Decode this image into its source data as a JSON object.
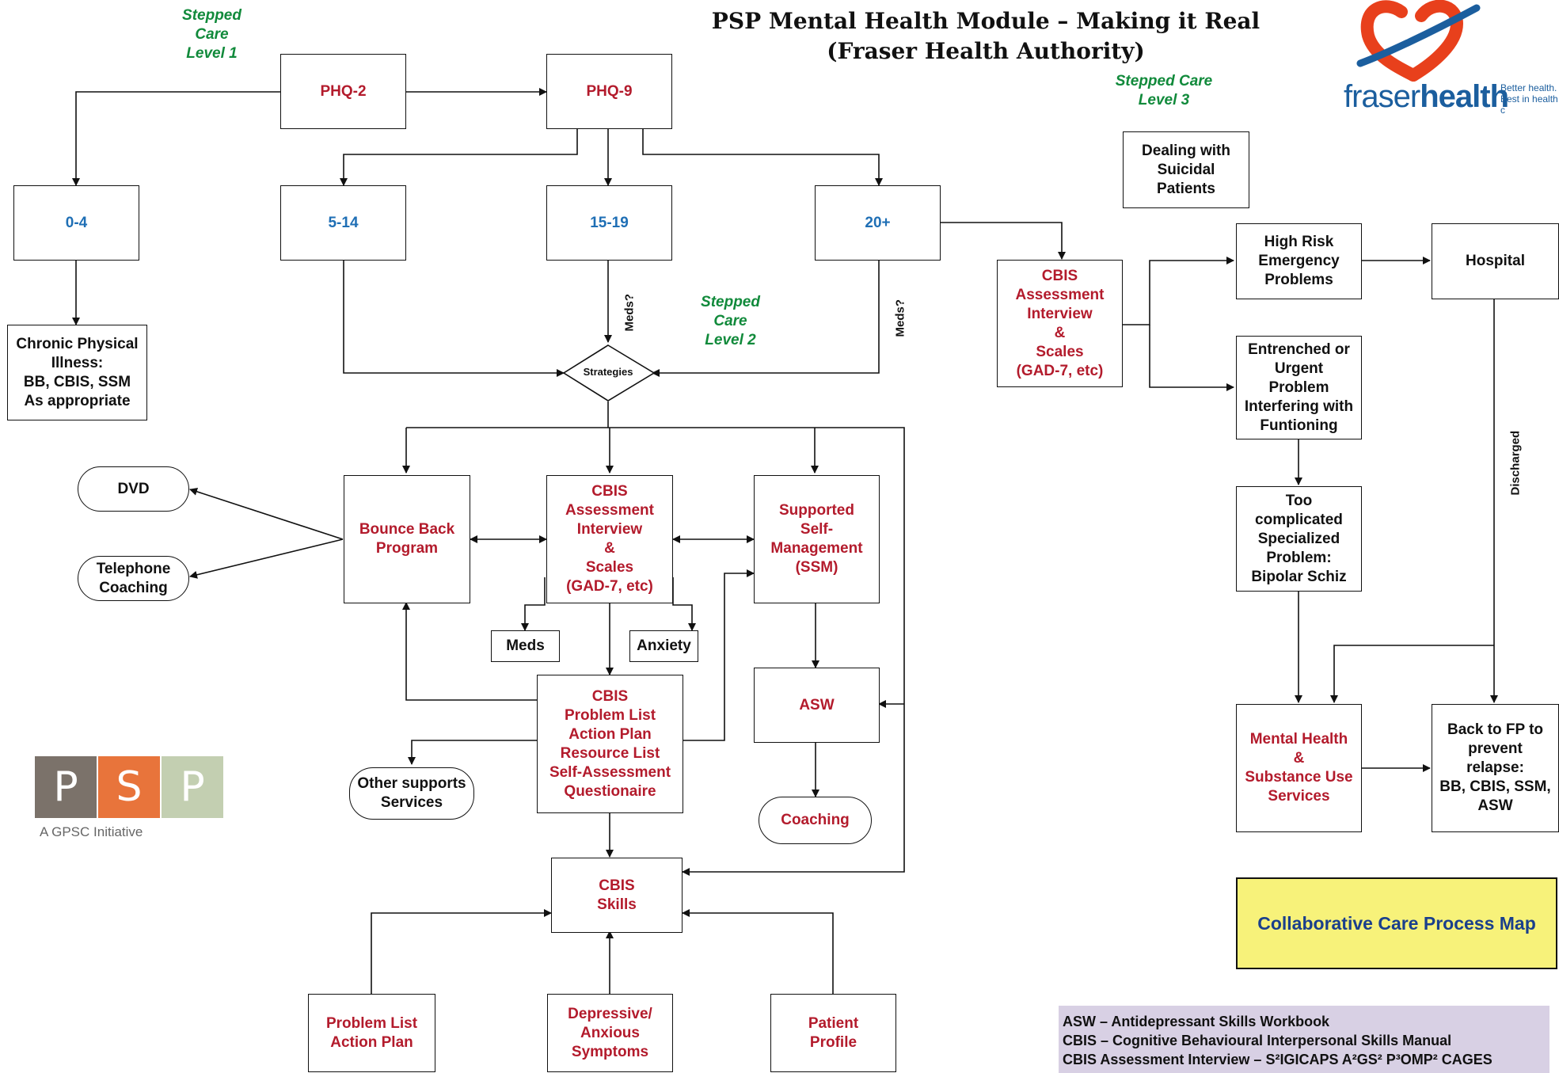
{
  "title": "PSP Mental Health Module – Making it Real\n(Fraser Health Authority)",
  "stepped_care": {
    "level1": "Stepped\nCare\nLevel 1",
    "level2": "Stepped\nCare\nLevel 2",
    "level3": "Stepped Care\nLevel 3"
  },
  "nodes": {
    "phq2": "PHQ-2",
    "phq9": "PHQ-9",
    "score_0_4": "0-4",
    "score_5_14": "5-14",
    "score_15_19": "15-19",
    "score_20": "20+",
    "chronic": "Chronic Physical\nIllness:\nBB, CBIS, SSM\nAs appropriate",
    "suicidal": "Dealing with\nSuicidal\nPatients",
    "cbis_assess_right": "CBIS\nAssessment\nInterview\n&\nScales\n(GAD-7, etc)",
    "high_risk": "High Risk\nEmergency\nProblems",
    "hospital": "Hospital",
    "entrenched": "Entrenched or\nUrgent\nProblem\nInterfering with\nFuntioning",
    "too_complicated": "Too\ncomplicated\nSpecialized\nProblem:\nBipolar Schiz",
    "strategies": "Strategies",
    "dvd": "DVD",
    "telephone": "Telephone\nCoaching",
    "bounce_back": "Bounce Back\nProgram",
    "cbis_assess_center": "CBIS\nAssessment\nInterview\n&\nScales\n(GAD-7, etc)",
    "ssm": "Supported\nSelf-\nManagement\n(SSM)",
    "meds": "Meds",
    "anxiety": "Anxiety",
    "cbis_problem": "CBIS\nProblem List\nAction Plan\nResource List\nSelf-Assessment\nQuestionaire",
    "asw": "ASW",
    "other_supports": "Other supports\nServices",
    "coaching": "Coaching",
    "mental_health": "Mental Health\n&\nSubstance Use\nServices",
    "back_to_fp": "Back to FP to\nprevent\nrelapse:\nBB, CBIS, SSM,\nASW",
    "cbis_skills": "CBIS\nSkills",
    "problem_list": "Problem List\nAction Plan",
    "depressive": "Depressive/\nAnxious\nSymptoms",
    "patient_profile": "Patient\nProfile"
  },
  "edge_labels": {
    "meds_left": "Meds?",
    "meds_right": "Meds?",
    "discharged": "Discharged"
  },
  "process_map": "Collaborative Care Process Map",
  "legend": [
    "ASW – Antidepressant Skills Workbook",
    "CBIS – Cognitive Behavioural Interpersonal Skills Manual",
    "CBIS Assessment Interview – S²IGICAPS A²GS² P³OMP² CAGES"
  ],
  "psp_logo": {
    "letters": [
      "P",
      "S",
      "P"
    ],
    "colors": [
      "#7b726a",
      "#e8743b",
      "#c3cfb1"
    ],
    "caption": "A GPSC Initiative"
  },
  "fraser_logo": {
    "word_light": "fraser",
    "word_bold": "health",
    "tagline": "Better health.\nBest in health c",
    "heart_colors": [
      "#e8401c",
      "#1b5e9e"
    ]
  }
}
